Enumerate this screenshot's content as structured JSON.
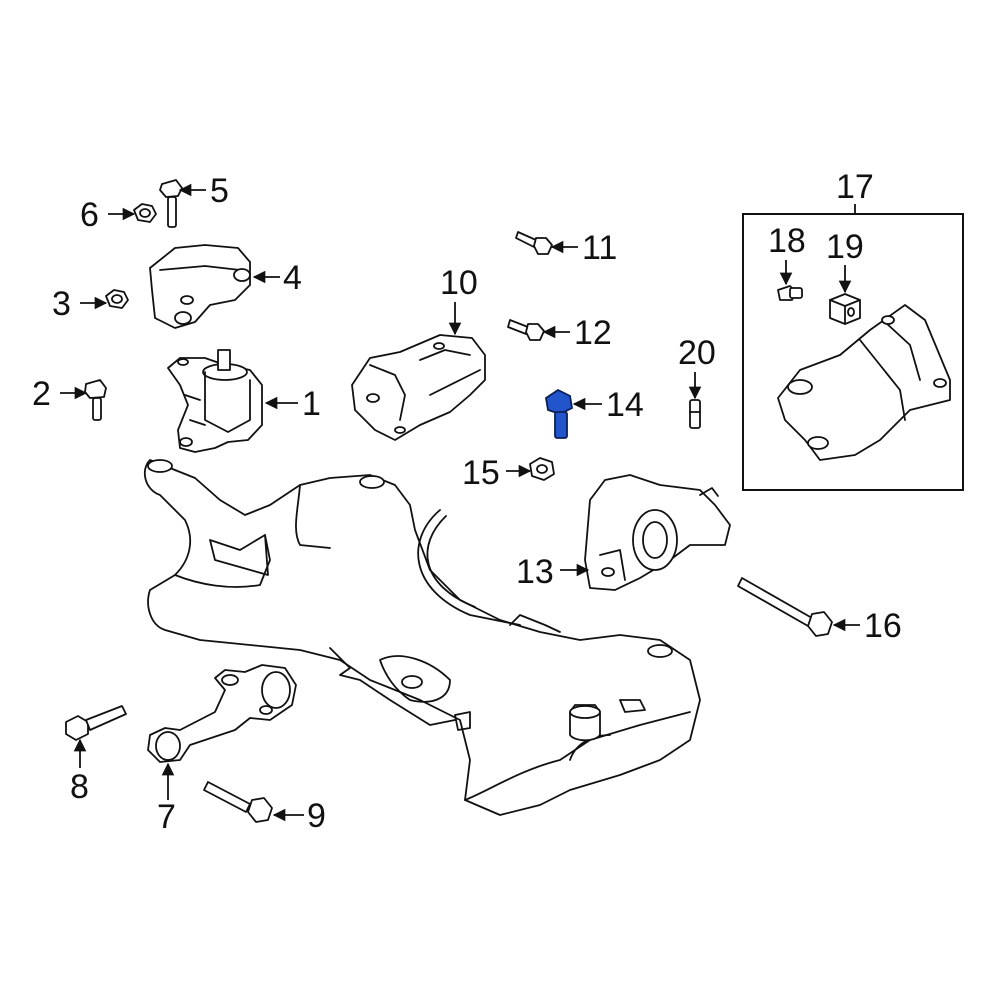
{
  "diagram": {
    "highlight_color": "#2255cc",
    "highlighted_part": "14",
    "callouts": {
      "c1": "1",
      "c2": "2",
      "c3": "3",
      "c4": "4",
      "c5": "5",
      "c6": "6",
      "c7": "7",
      "c8": "8",
      "c9": "9",
      "c10": "10",
      "c11": "11",
      "c12": "12",
      "c13": "13",
      "c14": "14",
      "c15": "15",
      "c16": "16",
      "c17": "17",
      "c18": "18",
      "c19": "19",
      "c20": "20"
    }
  }
}
